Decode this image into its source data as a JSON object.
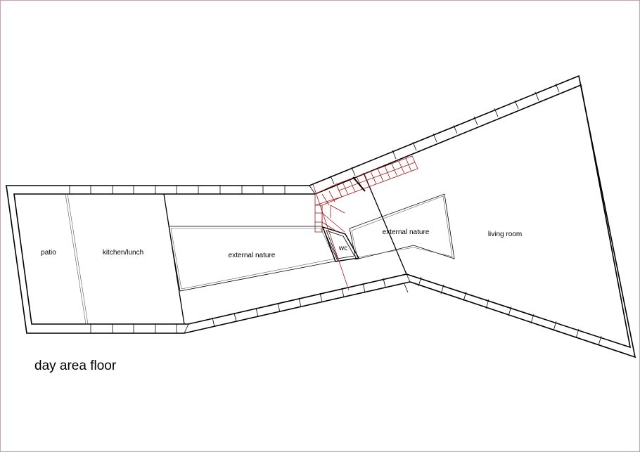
{
  "title": "day area floor",
  "rooms": {
    "patio": "patio",
    "kitchen": "kitchen/lunch",
    "external_nature_1": "external nature",
    "wc": "wc",
    "external_nature_2": "external nature",
    "living_room": "living room"
  },
  "colors": {
    "line": "#000000",
    "stair": "#a01818",
    "frame": "#c9a0b8"
  }
}
